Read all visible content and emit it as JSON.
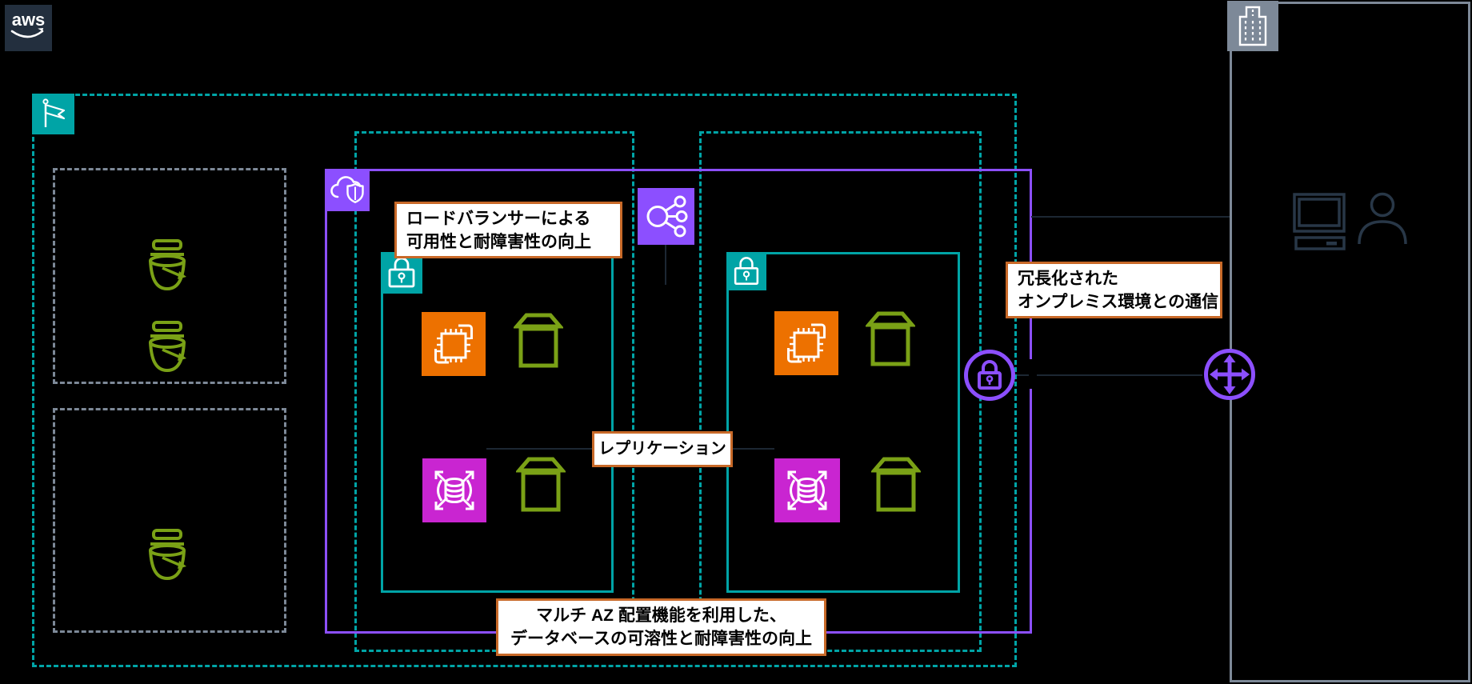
{
  "logo": {
    "text": "aws"
  },
  "colors": {
    "background": "#000000",
    "region_teal": "#00A4A6",
    "vpc_purple": "#8C4FFF",
    "ec2_orange": "#ED7100",
    "rds_magenta": "#C925D1",
    "storage_green": "#7AA116",
    "generic_gray": "#7D8998",
    "logo_navy": "#232F3E",
    "note_border_orange": "#C86928",
    "note_background": "#FFFFFF",
    "note_text": "#000000"
  },
  "notes": {
    "load_balancer": {
      "line1": "ロードバランサーによる",
      "line2": "可用性と耐障害性の向上"
    },
    "replication": {
      "line1": "レプリケーション"
    },
    "onprem_link": {
      "line1": "冗長化された",
      "line2": "オンプレミス環境との通信"
    },
    "multi_az": {
      "line1": "マルチ AZ 配置機能を利用した、",
      "line2": "データベースの可溶性と耐障害性の向上"
    }
  },
  "icons": {
    "aws-logo": "aws wordmark with smile arrow",
    "region-flag-icon": "white pennant flag on teal square (AWS Region)",
    "vpc-icon": "white cloud with shield on purple square (Virtual Private Cloud)",
    "private-subnet-lock-icon": "white padlock on teal square (private subnet)",
    "ec2-instance-icon": "white processor chip on orange square (Amazon EC2)",
    "ebs-volume-icon": "green outline crate/box with lid (storage volume)",
    "s3-bucket-icon": "green outline bucket with arrow (Amazon S3 bucket)",
    "rds-multi-az-icon": "white database cylinder with four outward arrows on magenta square (Amazon RDS Multi-AZ)",
    "elastic-load-balancer-icon": "white node-fanout glyph on purple square (Elastic Load Balancing)",
    "vpn-gateway-icon": "purple circle with padlock (VPN gateway)",
    "router-icon": "purple circle with four-way arrows (router / customer gateway)",
    "corporate-building-icon": "white office building on gray square (corporate data center)",
    "desktop-computer-icon": "dark navy desktop computer outline",
    "user-icon": "dark navy person outline"
  }
}
